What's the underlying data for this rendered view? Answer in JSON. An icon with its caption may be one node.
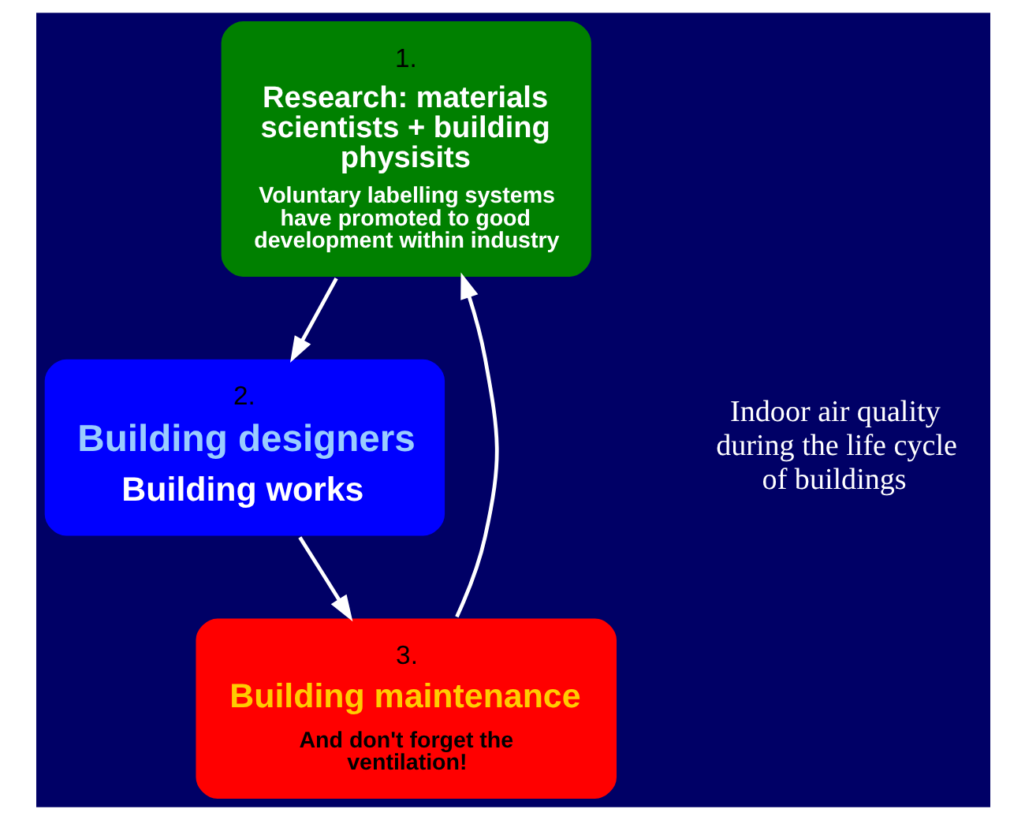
{
  "diagram": {
    "nodes": [
      {
        "text": [
          "1.",
          "Research: materials scientists + building physisits",
          "Voluntary labelling systems have promoted to good development within industry"
        ]
      },
      {
        "text": [
          "2.",
          "Building designers",
          "Building works"
        ]
      },
      {
        "text": [
          "3.",
          "Building maintenance",
          "And don't forget the ventilation!"
        ]
      }
    ],
    "edges": [
      {
        "from": 0,
        "to": 1,
        "arrow": "to"
      },
      {
        "from": 1,
        "to": 2,
        "arrow": "to"
      },
      {
        "from": 2,
        "to": 0,
        "arrow": "to"
      }
    ],
    "labels": [
      "Indoor air quality during the life cycle of buildings"
    ]
  }
}
